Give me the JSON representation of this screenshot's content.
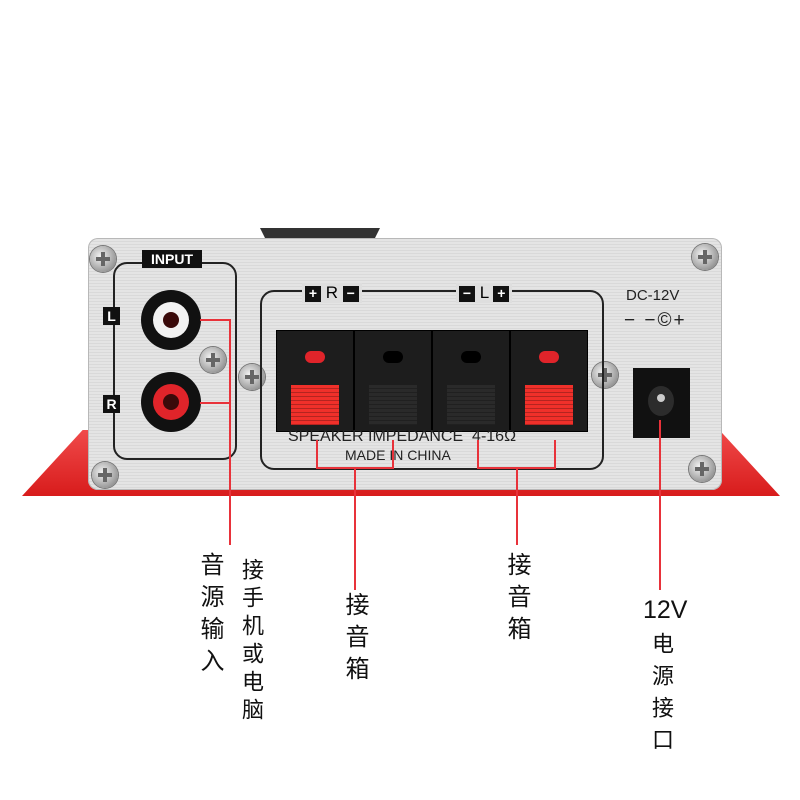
{
  "panel": {
    "input_label": "INPUT",
    "left_label": "L",
    "right_label": "R",
    "speaker_header": {
      "plus": "+",
      "minus": "−",
      "r": "R",
      "l": "L"
    },
    "impedance_text": "SPEAKER IMPEDANCE  4-16Ω",
    "origin_text": "MADE IN CHINA",
    "dc_label": "DC-12V",
    "polarity_symbol": "− −©+"
  },
  "annotations": {
    "audio_input": "音源输入",
    "audio_input_note": "接手机或电脑",
    "speaker_r": "接音箱",
    "speaker_l": "接音箱",
    "power_voltage": "12V",
    "power_port": "电源接口"
  },
  "colors": {
    "annotation_line": "#e8323a",
    "chassis": "#e02a2a",
    "terminal_red": "#f0302a"
  }
}
